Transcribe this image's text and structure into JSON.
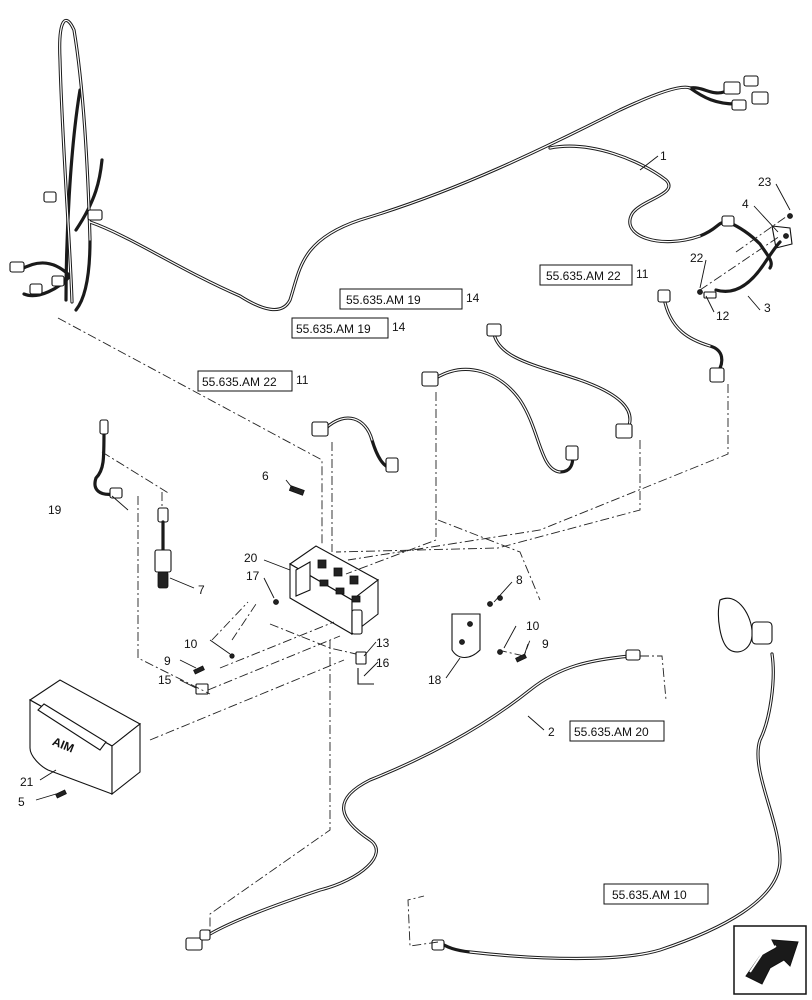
{
  "callouts": {
    "c1": "1",
    "c2": "2",
    "c3": "3",
    "c4": "4",
    "c5": "5",
    "c6": "6",
    "c7": "7",
    "c8": "8",
    "c9a": "9",
    "c9b": "9",
    "c10a": "10",
    "c10b": "10",
    "c11a": "11",
    "c11b": "11",
    "c12": "12",
    "c13": "13",
    "c14a": "14",
    "c14b": "14",
    "c15": "15",
    "c16": "16",
    "c17": "17",
    "c18": "18",
    "c19": "19",
    "c20": "20",
    "c21": "21",
    "c22": "22",
    "c23": "23"
  },
  "references": {
    "r_am22_top": "55.635.AM 22",
    "r_am19_top": "55.635.AM 19",
    "r_am19_mid": "55.635.AM 19",
    "r_am22_left": "55.635.AM 22",
    "r_am20": "55.635.AM 20",
    "r_am10": "55.635.AM 10"
  },
  "housing_logo": "AIM"
}
